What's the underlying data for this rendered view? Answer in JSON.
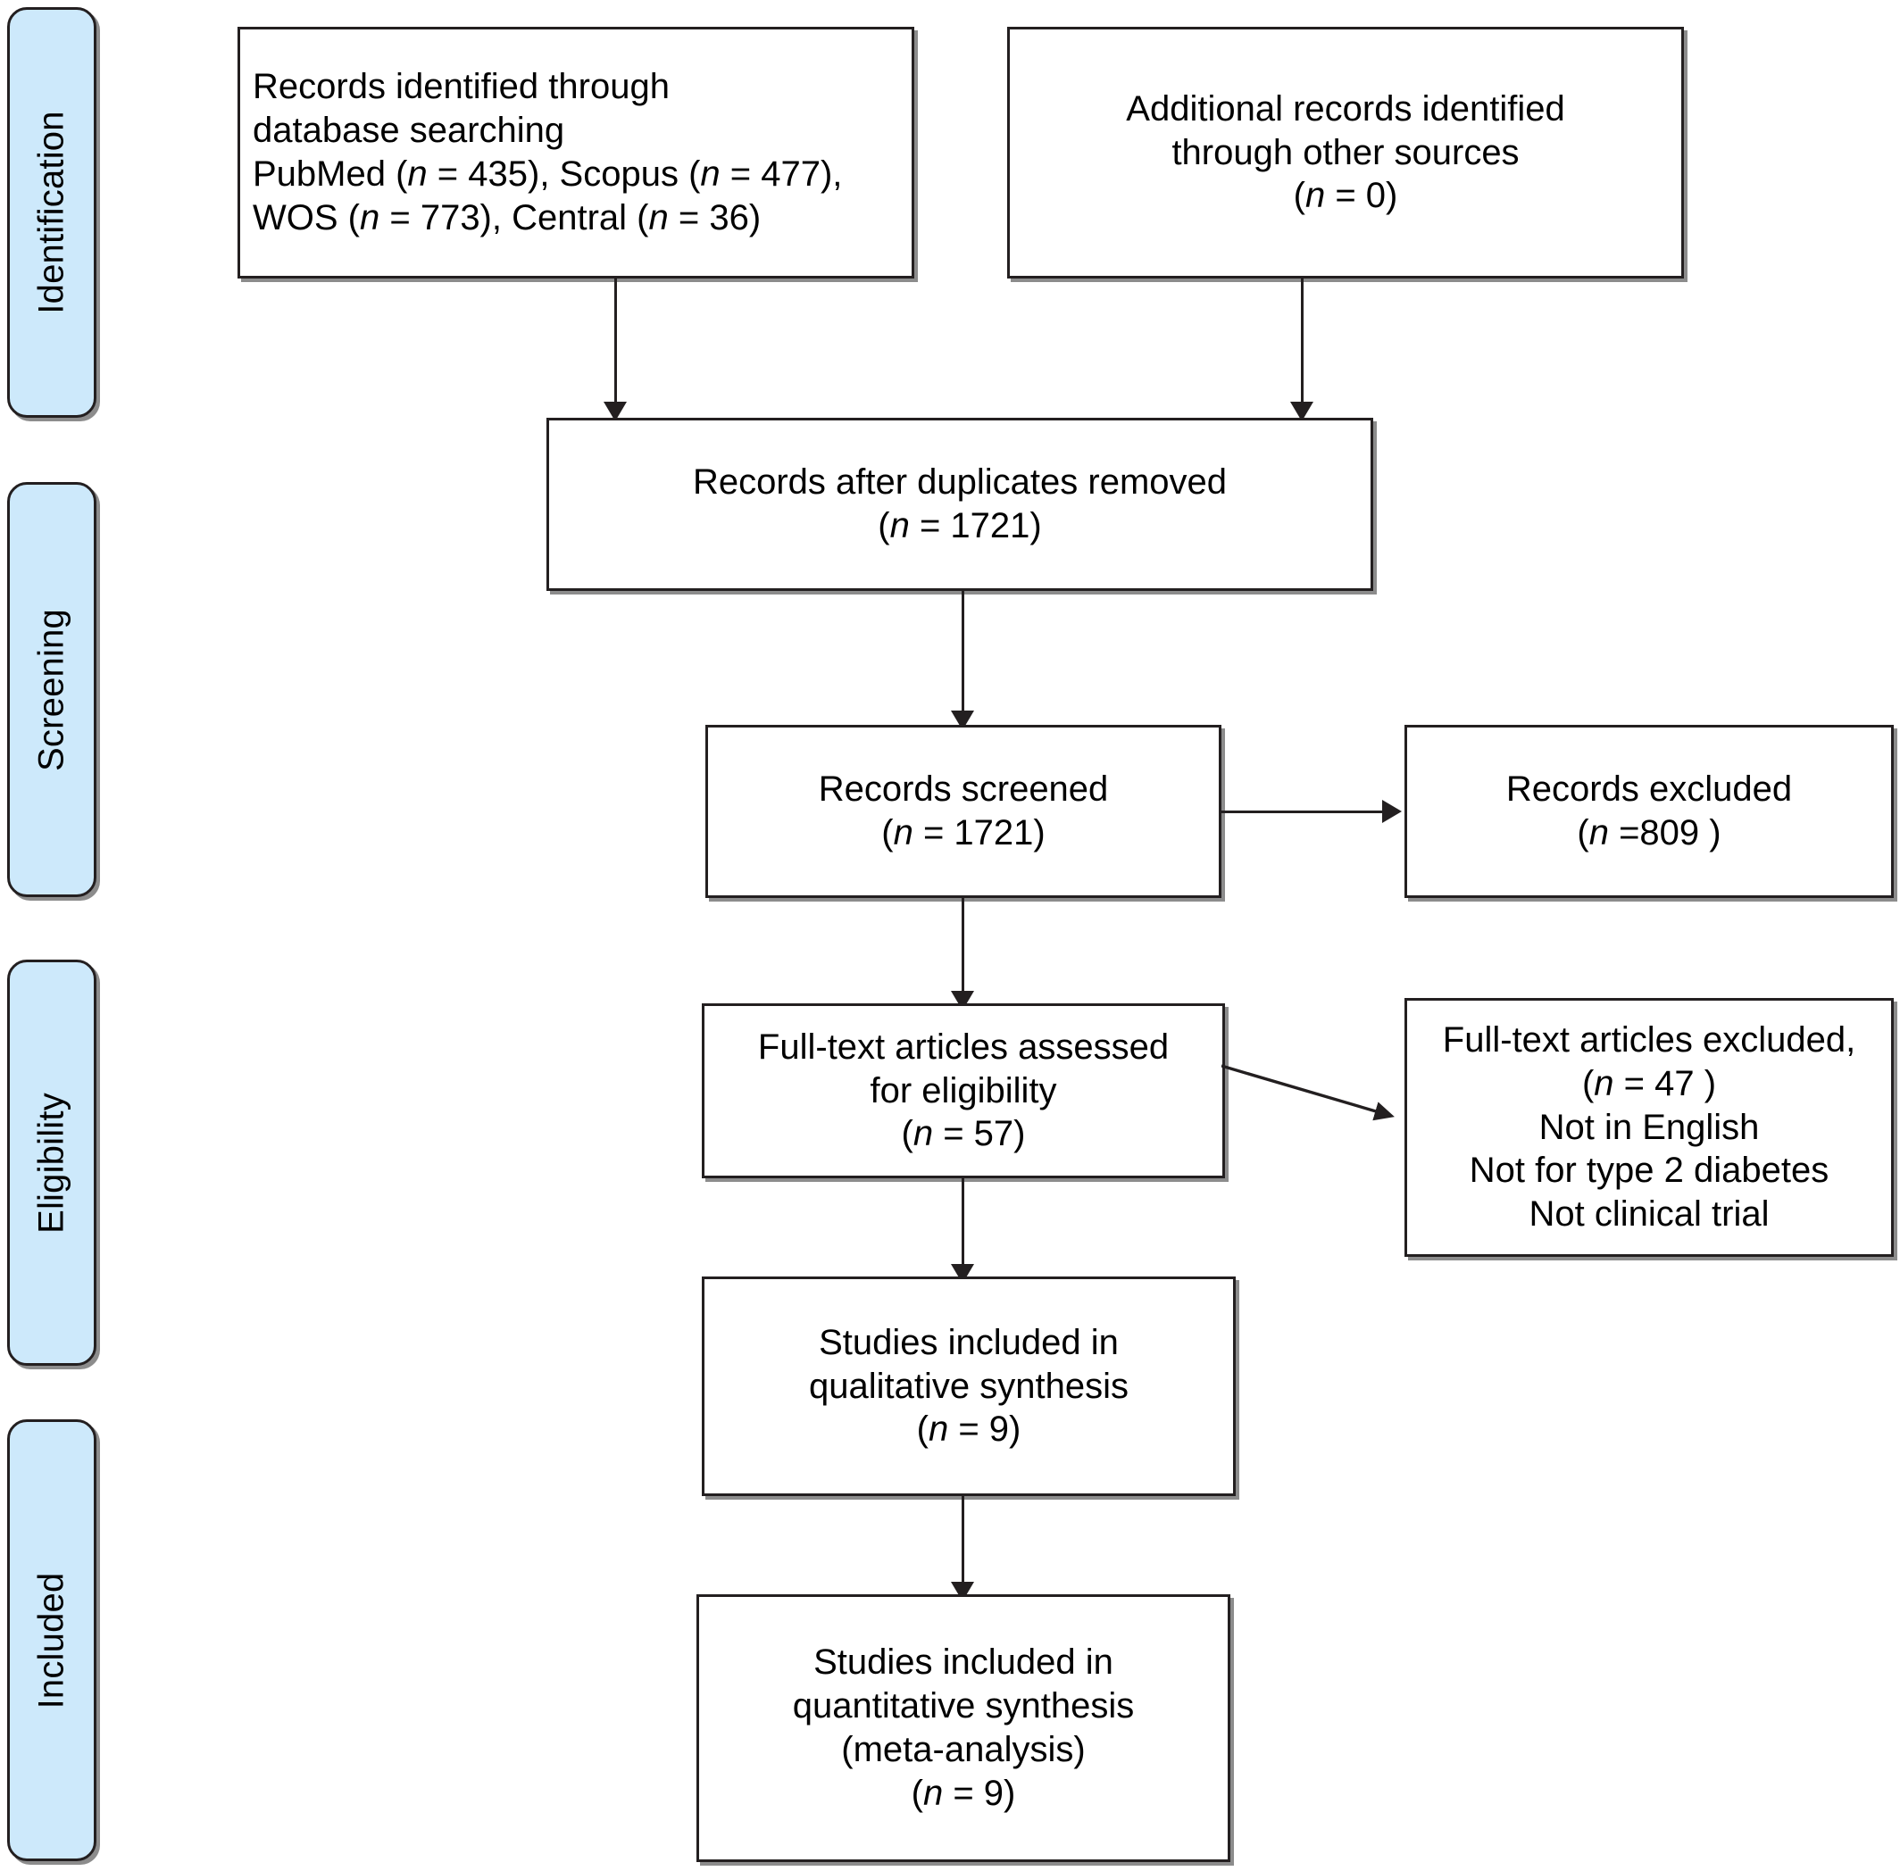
{
  "diagram": {
    "type": "prisma-flow-diagram",
    "title": "PRISMA study selection flow diagram"
  },
  "stages": [
    {
      "id": "identification",
      "label": "Identification"
    },
    {
      "id": "screening",
      "label": "Screening"
    },
    {
      "id": "eligibility",
      "label": "Eligibility"
    },
    {
      "id": "included",
      "label": "Included"
    }
  ],
  "boxes": {
    "database_search": {
      "name": "records-identified-database-searching",
      "line1": "Records identified through",
      "line2": "database searching",
      "line3_prefix": "PubMed (",
      "line3_n": "n",
      "line3_mid": " = 435), Scopus (",
      "line3_n2": "n",
      "line3_suffix": " = 477),",
      "line4_prefix": "WOS  (",
      "line4_n": "n",
      "line4_mid": " = 773), Central (",
      "line4_n2": "n",
      "line4_suffix": " = 36)"
    },
    "other_sources": {
      "name": "additional-records-other-sources",
      "line1": "Additional records identified",
      "line2": "through other sources",
      "line3_open": "(",
      "line3_n": "n",
      "line3_close": " = 0)"
    },
    "after_duplicates": {
      "name": "records-after-duplicates-removed",
      "line1": "Records after duplicates removed",
      "line2_open": "(",
      "line2_n": "n",
      "line2_close": " = 1721)"
    },
    "records_screened": {
      "name": "records-screened",
      "line1": "Records screened",
      "line2_open": "(",
      "line2_n": "n",
      "line2_close": " = 1721)"
    },
    "records_excluded": {
      "name": "records-excluded",
      "line1": "Records excluded",
      "line2_open": "(",
      "line2_n": "n",
      "line2_close": " =809 )"
    },
    "fulltext_assessed": {
      "name": "full-text-articles-assessed",
      "line1": "Full-text articles assessed",
      "line2": "for eligibility",
      "line3_open": "(",
      "line3_n": "n",
      "line3_close": " = 57)"
    },
    "fulltext_excluded": {
      "name": "full-text-articles-excluded",
      "line1": "Full-text articles excluded,",
      "line2_open": "(",
      "line2_n": "n",
      "line2_close": " = 47 )",
      "line3": "Not in English",
      "line4": "Not for type 2 diabetes",
      "line5": "Not clinical trial"
    },
    "qualitative": {
      "name": "studies-included-qualitative-synthesis",
      "line1": "Studies included in",
      "line2": "qualitative synthesis",
      "line3_open": "(",
      "line3_n": "n",
      "line3_close": " = 9)"
    },
    "quantitative": {
      "name": "studies-included-quantitative-synthesis",
      "line1": "Studies included in",
      "line2": "quantitative synthesis",
      "line3": "(meta-analysis)",
      "line4_open": "(",
      "line4_n": "n",
      "line4_close": " = 9)"
    }
  },
  "colors": {
    "stage_tab_fill": "#cde9fb",
    "stroke": "#231f20",
    "box_fill": "#ffffff"
  }
}
